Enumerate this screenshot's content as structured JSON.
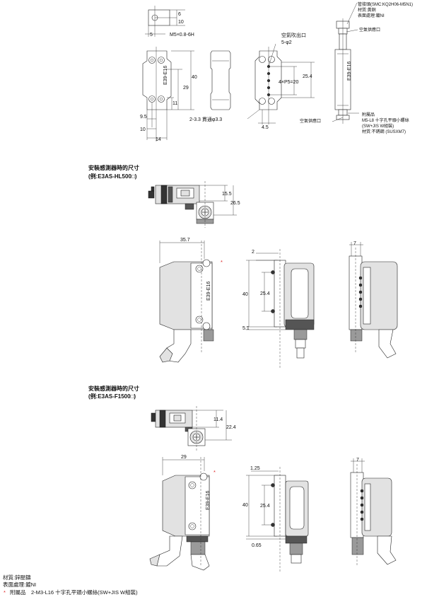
{
  "top": {
    "dims": {
      "d6": "6",
      "d10": "10",
      "d5": "5",
      "m5": "M5×0.8-6H",
      "d40": "40",
      "d29": "29",
      "d11": "11",
      "d9_5": "9.5",
      "d10b": "10",
      "d14": "14",
      "d25_4": "25.4",
      "pitch": "4×P5=20",
      "d4_5": "4.5"
    },
    "labels": {
      "fitting": "管接頭(SMC:KQ2H06-M5N1)",
      "material": "材質:黃銅",
      "surface": "表面處理:鍍NI",
      "air_inlet": "空氣供應口",
      "outlet": "空氣吹出口",
      "outlet_holes": "5-φ2",
      "counterbore": "2-3.3 貫通φ3.3",
      "air_inlet2": "空氣供應口",
      "acc1": "附屬品",
      "acc2": "M5-L8 十字孔平頭小螺絲",
      "acc3": "(SW+JIS W組裝)",
      "acc4": "材質:不銹鋼 (SUSXM7)"
    },
    "marking": "E39-E16"
  },
  "section1": {
    "title_line1": "安裝感測器時的尺寸",
    "title_line2": "(例:E3AS-HL500□)",
    "dims": {
      "d15_5": "15.5",
      "d26_5": "26.5",
      "d35_7": "35.7",
      "d2": "2",
      "d40": "40",
      "d25_4": "25.4",
      "d5_1": "5.1",
      "d7": "7"
    },
    "star": "*",
    "marking": "E39-E16"
  },
  "section2": {
    "title_line1": "安裝感測器時的尺寸",
    "title_line2": "(例:E3AS-F1500□)",
    "dims": {
      "d11_4": "11.4",
      "d22_4": "22.4",
      "d29": "29",
      "d1_25": "1.25",
      "d40": "40",
      "d25_4": "25.4",
      "d0_65": "0.65",
      "d7": "7"
    },
    "star": "*",
    "marking": "E39-E16"
  },
  "notes": {
    "material": "材質:鋅壓鑄",
    "surface": "表面處理:鍍NI",
    "star": "*",
    "accessory": "附屬品　2-M3-L16 十字孔平頭小螺絲(SW+JIS W組裝)"
  }
}
